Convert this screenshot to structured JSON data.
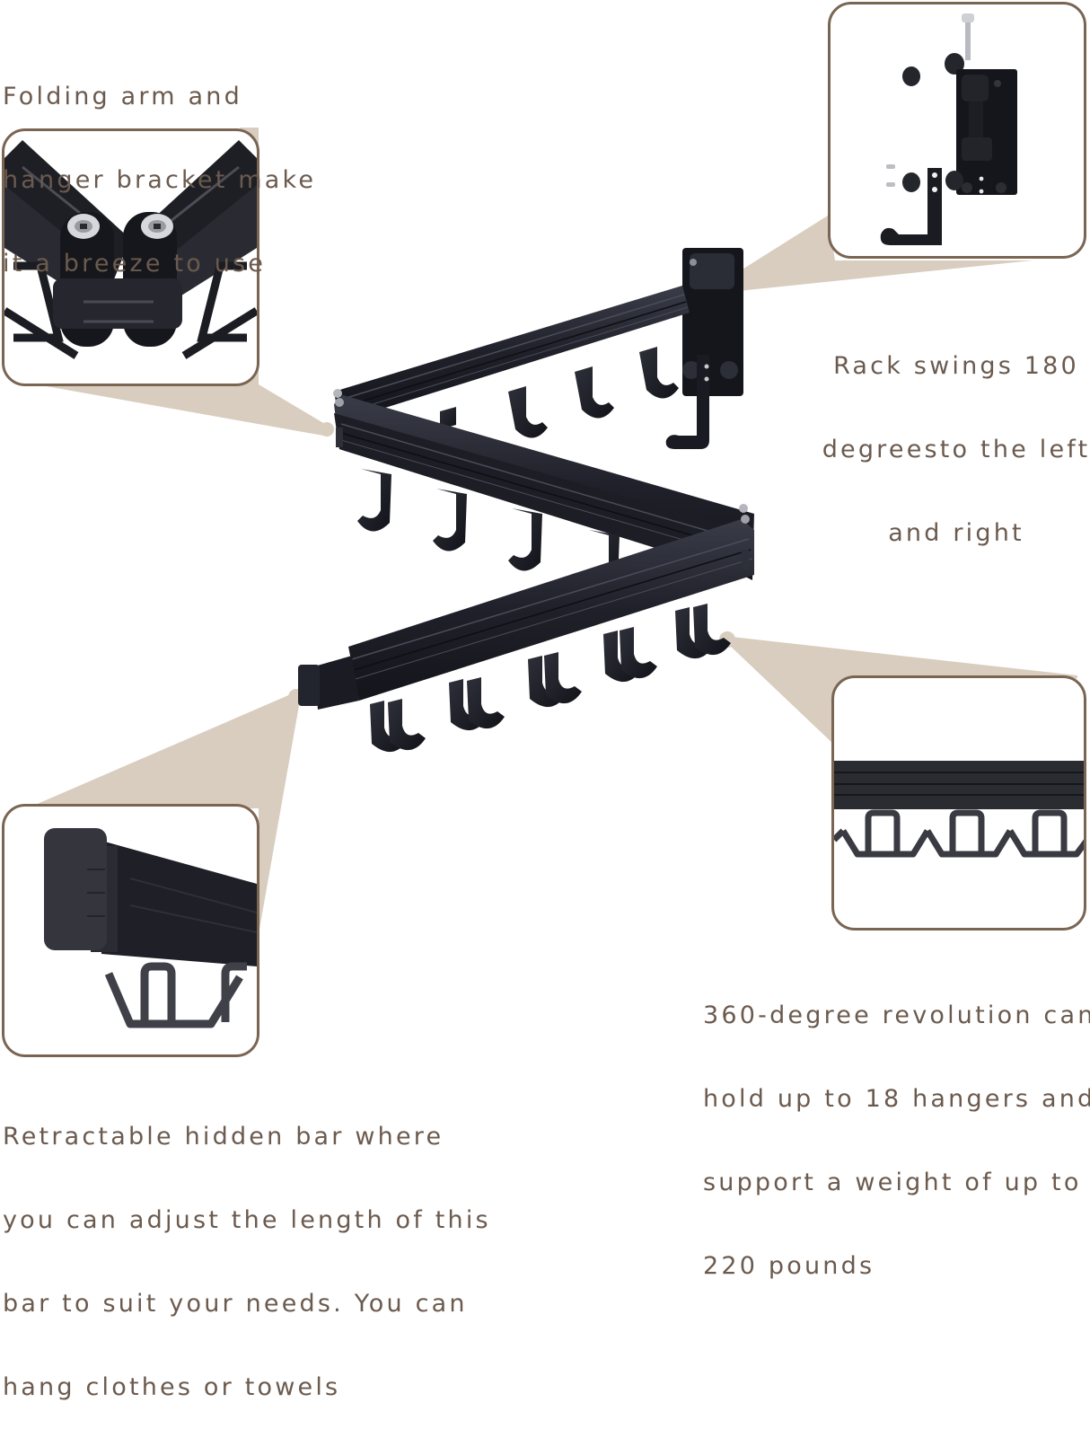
{
  "theme": {
    "caption_color": "#6b5a4e",
    "panel_border_color": "#7a6553",
    "callout_wedge_color": "#d9cdbf",
    "product_color": "#1c1d24",
    "background": "#ffffff"
  },
  "product": {
    "name": "Folding wall-mounted clothes drying rack",
    "hooks_visible": 18,
    "icon": "folding-rack-icon"
  },
  "callouts": [
    {
      "id": "folding-arm",
      "position": "top-left",
      "caption_lines": [
        "Folding arm and",
        "hanger bracket make",
        "it a breeze to use"
      ],
      "detail_image": "hinge-joint-closeup",
      "icon": "hinge-joint-icon"
    },
    {
      "id": "swing-mount",
      "position": "top-right",
      "caption_lines": [
        "Rack swings 180",
        "degreesto the left",
        "and right"
      ],
      "detail_image": "wall-mount-bracket-exploded-view",
      "icon": "wall-bracket-icon"
    },
    {
      "id": "hook-capacity",
      "position": "bottom-right",
      "caption_lines": [
        "360-degree revolution can",
        "hold up to 18 hangers and",
        "support a weight of up to",
        "220 pounds"
      ],
      "detail_image": "bar-with-hooks-closeup",
      "icon": "hanger-hooks-icon"
    },
    {
      "id": "retractable-bar",
      "position": "bottom-left",
      "caption_lines": [
        "Retractable hidden bar where",
        "you can adjust the length of this",
        "bar to suit your needs. You can",
        "hang clothes or towels"
      ],
      "detail_image": "retractable-bar-end-closeup",
      "icon": "retractable-bar-icon"
    }
  ],
  "specs": {
    "swing_range_degrees": "180",
    "revolution_degrees": "360",
    "max_hangers": "18",
    "max_weight_pounds": "220"
  }
}
